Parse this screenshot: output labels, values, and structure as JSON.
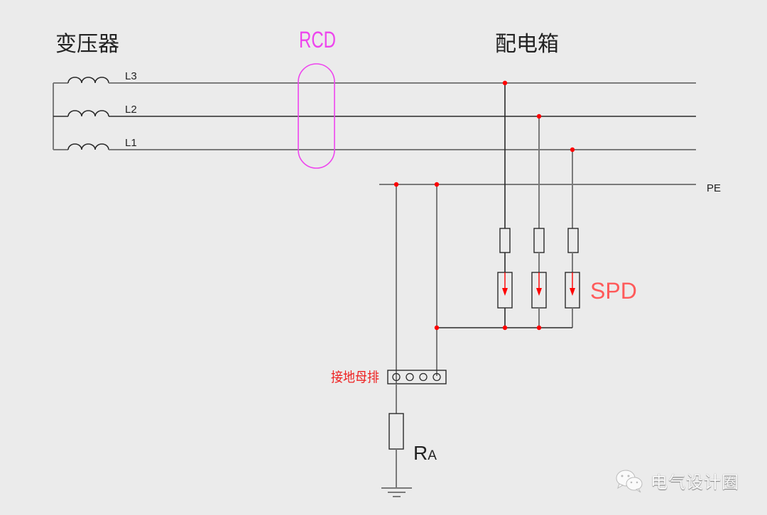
{
  "diagram": {
    "title_transformer": "变压器",
    "title_rcd": "RCD",
    "title_distribution_box": "配电箱",
    "phases": [
      "L3",
      "L2",
      "L1"
    ],
    "pe_label": "PE",
    "spd_label": "SPD",
    "busbar_label": "接地母排",
    "resistor_label_main": "R",
    "resistor_label_sub": "A",
    "colors": {
      "wire": "#2a2a2a",
      "rcd": "#ee44ee",
      "spd": "#ff5a5a",
      "junction": "#ff0000",
      "background": "#ebebeb"
    }
  },
  "watermark": {
    "icon": "wechat-icon",
    "text": "电气设计圈"
  }
}
